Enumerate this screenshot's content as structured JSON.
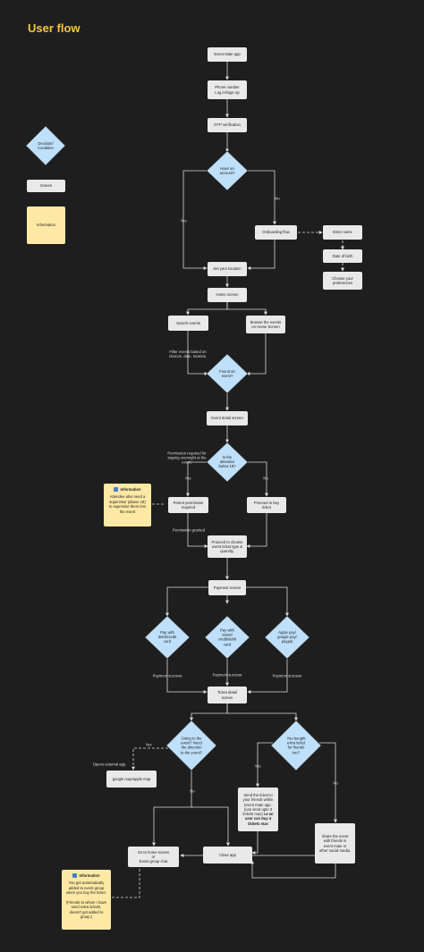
{
  "title": "User flow",
  "legend": {
    "decision": "Decision/\nCondition",
    "screen": "Screen",
    "information": "Information"
  },
  "nodes": {
    "event_mate_app": "Event Mate app",
    "phone_login": "Phone number\nLog in/Sign Up",
    "otp": "OTP verification",
    "have_account": "Have an\naccount?",
    "onboarding": "Onboarding flow",
    "enter_name": "Enter name",
    "dob": "Date of birth",
    "preferences": "Choose your\npreferences",
    "set_location": "Set your location",
    "home_screen": "Home screen",
    "search_events": "Search events",
    "browse_events": "Browse the events\non Home Screen",
    "found_event": "Found an\nevent?",
    "event_detail": "Event detail screen",
    "below_18": "Is the\nattendee\nbelow 18?",
    "parent_permission": "Parent permission\nrequired",
    "proceed_buy": "Proceed to buy\nticket",
    "choose_ticket": "Proceed to choose\nevent ticket type &\nquantity.",
    "payment_screen": "Payment screen",
    "pay_debit": "Pay with\ndebit/credit\ncard",
    "pay_saved": "Pay with\nsaved\ncredit/debit\ncard",
    "pay_apple": "Apple pay/\ngoogle pay/\npaypal",
    "ticket_detail": "Ticket detail\nscreen",
    "going_event": "Going to the\nevent? Need\nthe direction\nto the event?",
    "bought_extra": "You bought\nextra ticket\nfor friends\ntoo?",
    "google_map": "google map/apple map",
    "send_ticket_pre": "Send the ticket to\nyour friends within\nEvent mate app.\n(can send upto 3\ntickets max)",
    "send_ticket_bold": "i.e an\nuser can buy 4\ntickets max",
    "share_event": "Share the event\nwith friends in\nevent mate or\nother social media.",
    "home_group": "Go to home screen\nor\nEvent group chat",
    "close_app": "Close app"
  },
  "notes": {
    "info_header": "Information",
    "info_attendee": "Attendee also need a\nsupervisor (above 18)\nto supervise them into\nthe event",
    "info_group": "You get automatically\nadded to event group\nwhen you buy the ticket.\n\n(Friends to whom I have\nsend extra tickets,\ndoesn't get added to\ngroup.)"
  },
  "labels": {
    "yes": "Yes",
    "no": "No",
    "filter": "Filter events based on\nchoices, date, location.",
    "permission_required": "Permission required for\nstaying overnight at the\nevent.",
    "permission_granted": "Permission granted",
    "payment_success": "Payment success",
    "opens_external": "Opens external app"
  },
  "colors": {
    "background": "#1e1e1e",
    "title": "#f2c744",
    "screen": "#e9e9e9",
    "decision": "#bfe0fb",
    "information": "#fde9a4",
    "connector": "#d9d9d9"
  }
}
